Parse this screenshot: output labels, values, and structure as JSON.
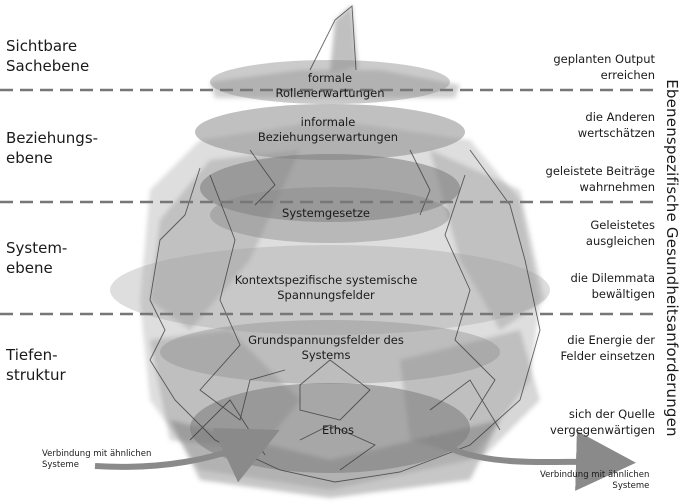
{
  "levels": [
    {
      "label": "Sichtbare\nSachebene"
    },
    {
      "label": "Beziehungs-\nebene"
    },
    {
      "label": "System-\nebene"
    },
    {
      "label": "Tiefen-\nstruktur"
    }
  ],
  "layers": [
    {
      "label": "formale\nRollenerwartungen"
    },
    {
      "label": "informale\nBeziehungserwartungen"
    },
    {
      "label": "Systemgesetze"
    },
    {
      "label": "Kontextspezifische systemische\nSpannungsfelder"
    },
    {
      "label": "Grundspannungsfelder des\nSystems"
    },
    {
      "label": "Ethos"
    }
  ],
  "requirements": [
    {
      "label": "geplanten Output\nerreichen"
    },
    {
      "label": "die Anderen\nwertschätzen"
    },
    {
      "label": "geleistete Beiträge\nwahrnehmen"
    },
    {
      "label": "Geleistetes\nausgleichen"
    },
    {
      "label": "die Dilemmata\nbewältigen"
    },
    {
      "label": "die Energie der\nFelder einsetzen"
    },
    {
      "label": "sich der Quelle\nvergegenwärtigen"
    }
  ],
  "side_title": "Ebenenspezifische Gesundheitsanforderungen",
  "connections": {
    "left": "Verbindung mit ähnlichen\nSysteme",
    "right": "Verbindung mit ähnlichen\nSysteme"
  },
  "colors": {
    "wash": "#8c8c8c",
    "wash_dark": "#6f6f6f",
    "divider": "#777777",
    "sketch": "#333333"
  }
}
